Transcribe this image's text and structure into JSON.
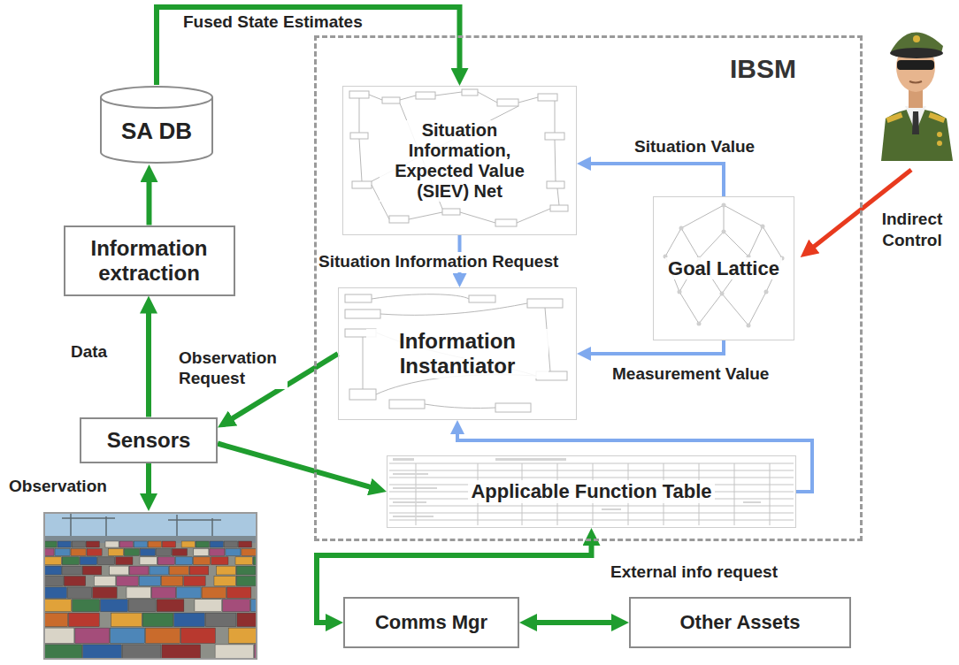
{
  "diagram": {
    "nodes": [
      {
        "text": [
          "SA DB"
        ]
      },
      {
        "text": [
          "IBSM"
        ]
      },
      {
        "text": [
          "Situation Information, Expected Value (SIEV) Net"
        ],
        "in": 1
      },
      {
        "text": [
          "Information extraction"
        ]
      },
      {
        "text": [
          "Goal Lattice"
        ],
        "in": 1
      },
      {
        "text": [
          "Information Instantiator"
        ],
        "in": 1
      },
      {
        "text": [
          "Sensors"
        ]
      },
      {
        "text": [
          "Applicable Function Table"
        ],
        "in": 1
      },
      {
        "text": [
          "Comms Mgr"
        ]
      },
      {
        "text": [
          "Other Assets"
        ]
      }
    ],
    "edges": [
      {
        "from": 0,
        "to": 2,
        "label": "Fused State Estimates",
        "arrow": "to"
      },
      {
        "from": 3,
        "to": 0,
        "arrow": "to"
      },
      {
        "from": 6,
        "to": 3,
        "label": "Data",
        "arrow": "to"
      },
      {
        "from": 5,
        "to": 6,
        "label": "Observation Request",
        "arrow": "to"
      },
      {
        "from": 6,
        "to": 7,
        "arrow": "to"
      },
      {
        "from": 4,
        "to": 2,
        "label": "Situation Value",
        "arrow": "to"
      },
      {
        "from": 2,
        "to": 5,
        "label": "Situation Information Request",
        "arrow": "to"
      },
      {
        "from": 4,
        "to": 5,
        "label": "Measurement Value",
        "arrow": "to"
      },
      {
        "from": 7,
        "to": 5,
        "arrow": "to"
      },
      {
        "from": 7,
        "to": 8,
        "label": "External info request",
        "arrow": "both"
      },
      {
        "from": 8,
        "to": 9,
        "arrow": "both"
      }
    ],
    "labels": [
      "Observation",
      "Indirect Control"
    ]
  }
}
